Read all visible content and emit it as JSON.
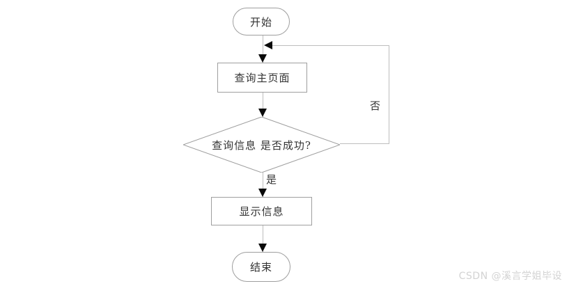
{
  "flowchart": {
    "nodes": [
      {
        "id": "start",
        "type": "terminator",
        "label": "开始"
      },
      {
        "id": "query-main-page",
        "type": "process",
        "label": "查询主页面"
      },
      {
        "id": "query-success-decision",
        "type": "decision",
        "label": "查询信息 是否成功?"
      },
      {
        "id": "display-info",
        "type": "process",
        "label": "显示信息"
      },
      {
        "id": "end",
        "type": "terminator",
        "label": "结束"
      }
    ],
    "edges": [
      {
        "from": "start",
        "to": "query-main-page",
        "label": ""
      },
      {
        "from": "query-main-page",
        "to": "query-success-decision",
        "label": ""
      },
      {
        "from": "query-success-decision",
        "to": "display-info",
        "label": "是"
      },
      {
        "from": "query-success-decision",
        "to": "query-main-page",
        "label": "否"
      },
      {
        "from": "display-info",
        "to": "end",
        "label": ""
      }
    ],
    "edge_labels": {
      "yes": "是",
      "no": "否"
    },
    "colors": {
      "line": "#bdbdbd",
      "node_border": "#9e9e9e",
      "node_fill": "#ffffff",
      "arrowhead": "#0a0a0a",
      "text": "#333333"
    }
  },
  "watermark": {
    "text": "CSDN @溪言学姐毕设",
    "color": "#d3d3d3"
  }
}
